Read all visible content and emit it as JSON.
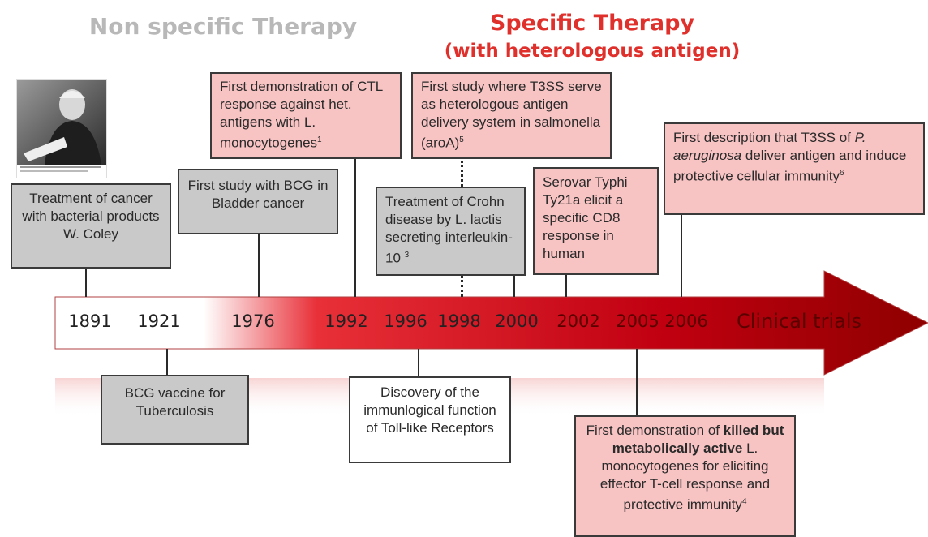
{
  "headings": {
    "non_specific": "Non specific Therapy",
    "specific_line1": "Specific Therapy",
    "specific_line2": "(with heterologous antigen)"
  },
  "timeline": {
    "years": [
      "1891",
      "1921",
      "1976",
      "1992",
      "1996",
      "1998",
      "2000",
      "2002",
      "2005",
      "2006"
    ],
    "end_label": "Clinical trials",
    "colors": {
      "arrow_start": "#ffffff",
      "arrow_mid": "#e0303a",
      "arrow_end": "#9e0000"
    }
  },
  "events": {
    "coley": {
      "year": "1891",
      "text": "Treatment of cancer with bacterial products W. Coley"
    },
    "bcg_bladder": {
      "year": "1976",
      "text": "First study with BCG in Bladder cancer"
    },
    "ctl": {
      "year": "1992",
      "text": "First demonstration of CTL response against het. antigens with L. monocytogenes",
      "sup": "1"
    },
    "t3ss_salmonella": {
      "year": "1998",
      "text": "First study where T3SS serve as heterologous antigen delivery system in salmonella (aroA)",
      "sup": "5"
    },
    "crohn": {
      "year": "2000",
      "text": "Treatment of Crohn disease by L. lactis secreting interleukin-10",
      "sup": "3"
    },
    "typhi": {
      "year": "2002",
      "text": "Serovar Typhi Ty21a elicit a specific CD8 response in human"
    },
    "aeruginosa": {
      "year": "2006",
      "text_pre": "First description that T3SS of",
      "italic": "P. aeruginosa",
      "text_post": "deliver antigen and induce protective cellular immunity",
      "sup": "6"
    },
    "bcg_tb": {
      "year": "1921",
      "text": "BCG vaccine for Tuberculosis"
    },
    "toll": {
      "year": "1996",
      "text": "Discovery of the immunlogical function of Toll-like Receptors"
    },
    "kbma": {
      "year": "2005",
      "text_pre": "First demonstration of",
      "bold": "killed but metabolically active",
      "text_post": "L. monocytogenes for eliciting effector T-cell response and protective immunity",
      "sup": "4"
    }
  }
}
